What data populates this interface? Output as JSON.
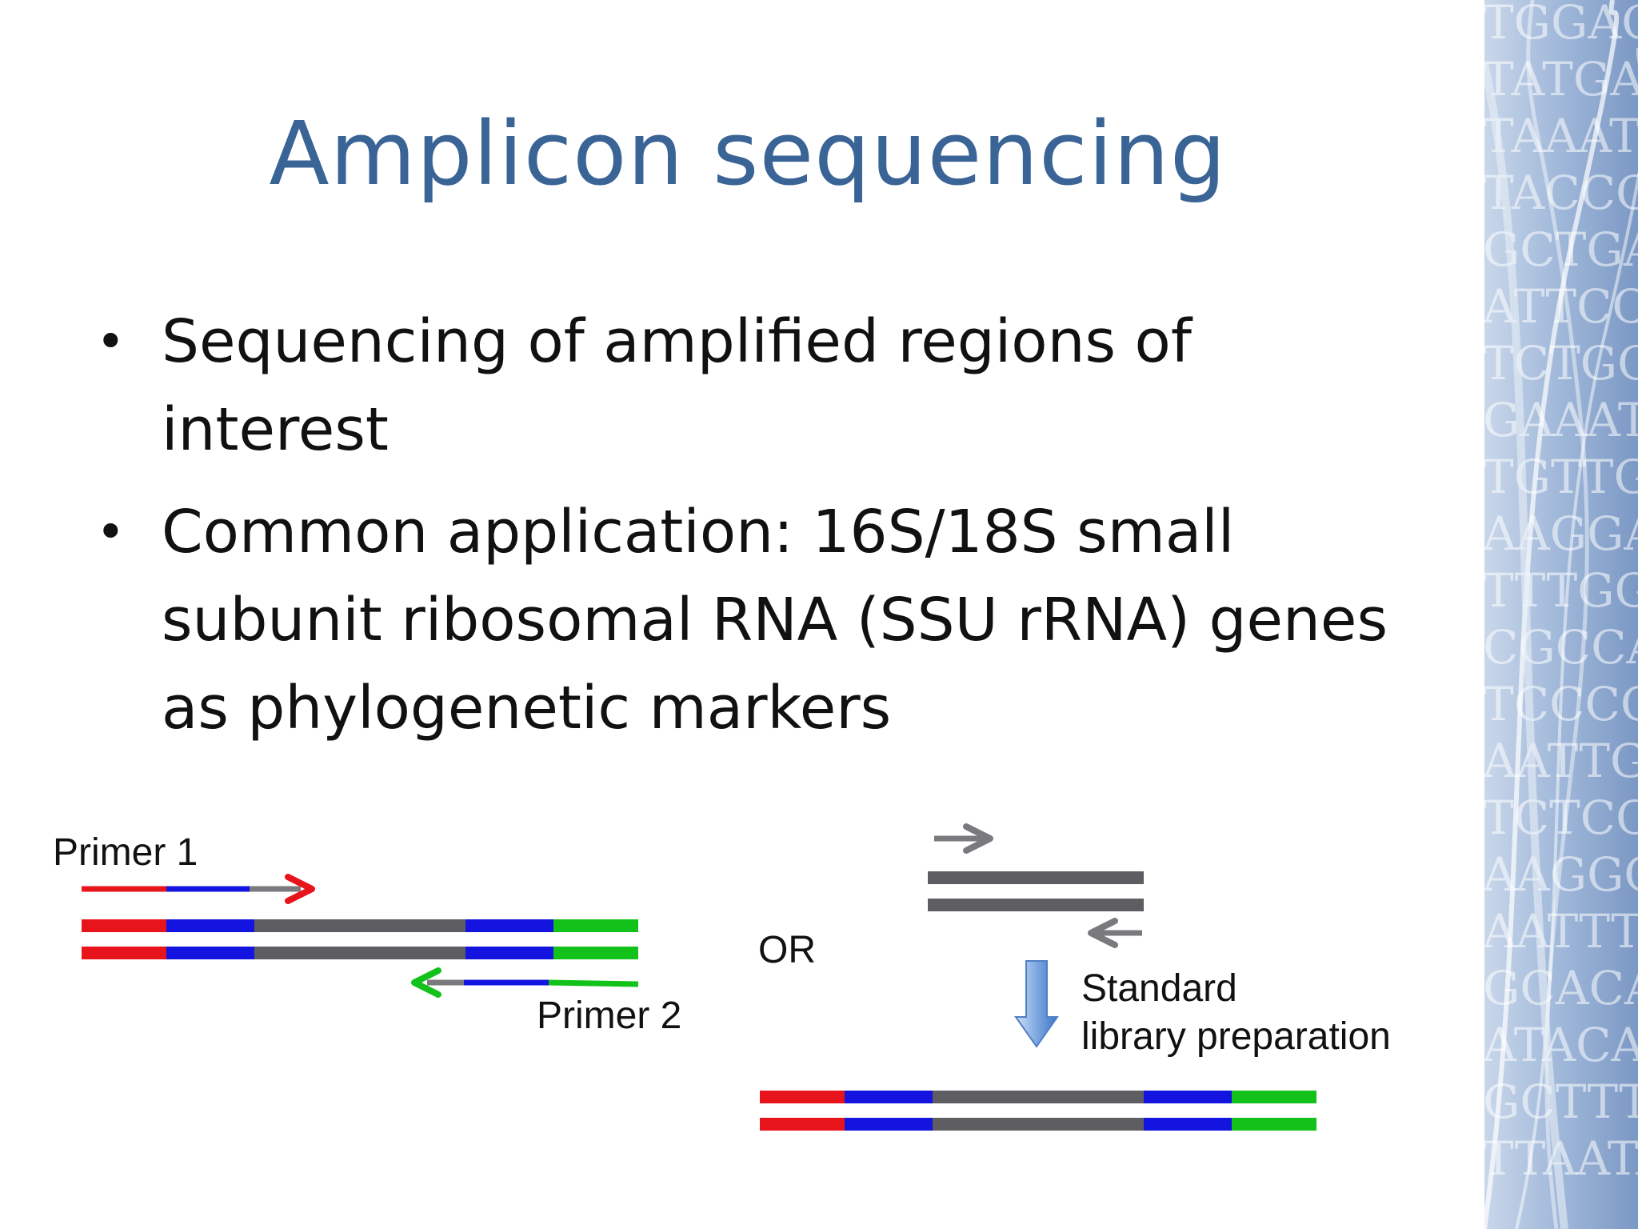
{
  "slide": {
    "title": "Amplicon sequencing",
    "bullets": [
      "Sequencing of amplified regions of interest",
      "Common application: 16S/18S small subunit ribosomal RNA (SSU rRNA) genes as phylogenetic markers"
    ]
  },
  "diagram": {
    "primer1_label": "Primer 1",
    "primer2_label": "Primer 2",
    "or_label": "OR",
    "standard_label": "Standard",
    "library_label": "library preparation"
  },
  "sidebar": {
    "sequence_rows": [
      "TGGAGAT",
      "TATGAAGC",
      "TAAATCTG",
      "TACCCCCT",
      "GCTGAAAG",
      "ATTCCCCT",
      "TCTGGGAA",
      "GAAATTAT",
      "TGTTGAA",
      "AAGGAGA",
      "TTTGGGG",
      "CGCCAGT",
      "TCCCGCC",
      "AATTGCA",
      "TCTCCAA",
      "AAGGCTA",
      "AATTTGA",
      "GCACAAA",
      "ATACAAG",
      "GCTTTTT",
      "TTAATAA"
    ]
  },
  "colors": {
    "title": "#3a6496",
    "red": "#e8141c",
    "blue": "#1414e0",
    "gray": "#5e5e62",
    "green": "#12c21a",
    "arrow_gray": "#7a7a7e",
    "sidebar_blue": "#8eaad2"
  }
}
